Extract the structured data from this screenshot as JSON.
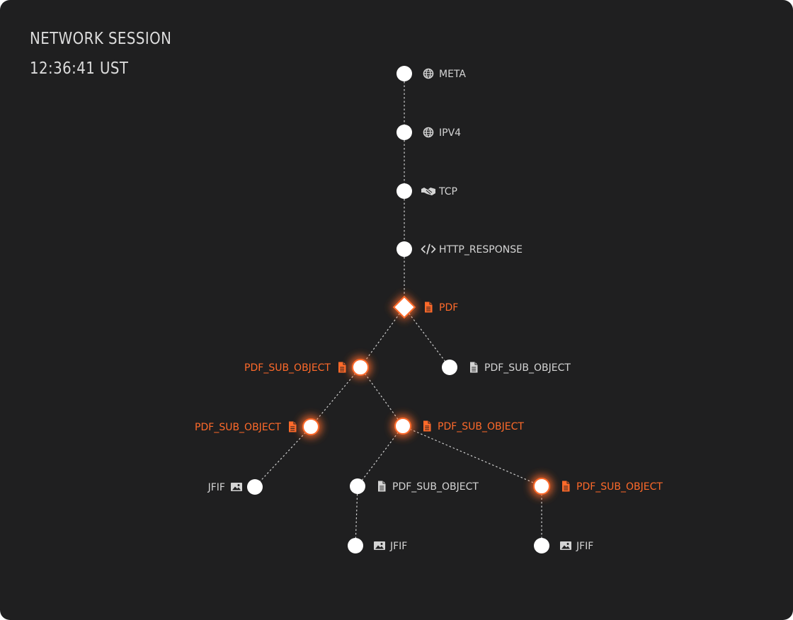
{
  "header": {
    "title": "NETWORK SESSION",
    "time": "12:36:41 UST"
  },
  "colors": {
    "background": "#1f1f20",
    "node": "#ffffff",
    "text": "#d4d4d4",
    "edge": "#cfcfcf",
    "highlight": "#ff6a2a"
  },
  "nodes": [
    {
      "id": "meta",
      "label": "META",
      "icon": "globe-icon",
      "shape": "circle",
      "highlighted": false,
      "label_side": "right"
    },
    {
      "id": "ipv4",
      "label": "IPV4",
      "icon": "globe-icon",
      "shape": "circle",
      "highlighted": false,
      "label_side": "right"
    },
    {
      "id": "tcp",
      "label": "TCP",
      "icon": "handshake-icon",
      "shape": "circle",
      "highlighted": false,
      "label_side": "right"
    },
    {
      "id": "http",
      "label": "HTTP_RESPONSE",
      "icon": "code-icon",
      "shape": "circle",
      "highlighted": false,
      "label_side": "right"
    },
    {
      "id": "pdf",
      "label": "PDF",
      "icon": "file-icon",
      "shape": "diamond",
      "highlighted": true,
      "label_side": "right"
    },
    {
      "id": "sub1",
      "label": "PDF_SUB_OBJECT",
      "icon": "file-icon",
      "shape": "circle",
      "highlighted": true,
      "label_side": "left"
    },
    {
      "id": "sub2",
      "label": "PDF_SUB_OBJECT",
      "icon": "file-icon",
      "shape": "circle",
      "highlighted": false,
      "label_side": "right"
    },
    {
      "id": "sub3",
      "label": "PDF_SUB_OBJECT",
      "icon": "file-icon",
      "shape": "circle",
      "highlighted": true,
      "label_side": "left"
    },
    {
      "id": "sub4",
      "label": "PDF_SUB_OBJECT",
      "icon": "file-icon",
      "shape": "circle",
      "highlighted": true,
      "label_side": "right"
    },
    {
      "id": "jfif1",
      "label": "JFIF",
      "icon": "image-icon",
      "shape": "circle",
      "highlighted": false,
      "label_side": "left"
    },
    {
      "id": "sub5",
      "label": "PDF_SUB_OBJECT",
      "icon": "file-icon",
      "shape": "circle",
      "highlighted": false,
      "label_side": "right"
    },
    {
      "id": "sub6",
      "label": "PDF_SUB_OBJECT",
      "icon": "file-icon",
      "shape": "circle",
      "highlighted": true,
      "label_side": "right"
    },
    {
      "id": "jfif2",
      "label": "JFIF",
      "icon": "image-icon",
      "shape": "circle",
      "highlighted": false,
      "label_side": "right"
    },
    {
      "id": "jfif3",
      "label": "JFIF",
      "icon": "image-icon",
      "shape": "circle",
      "highlighted": false,
      "label_side": "right"
    }
  ],
  "edges": [
    [
      "meta",
      "ipv4"
    ],
    [
      "ipv4",
      "tcp"
    ],
    [
      "tcp",
      "http"
    ],
    [
      "http",
      "pdf"
    ],
    [
      "pdf",
      "sub1"
    ],
    [
      "pdf",
      "sub2"
    ],
    [
      "sub1",
      "sub3"
    ],
    [
      "sub1",
      "sub4"
    ],
    [
      "sub3",
      "jfif1"
    ],
    [
      "sub4",
      "sub5"
    ],
    [
      "sub4",
      "sub6"
    ],
    [
      "sub5",
      "jfif2"
    ],
    [
      "sub6",
      "jfif3"
    ]
  ]
}
